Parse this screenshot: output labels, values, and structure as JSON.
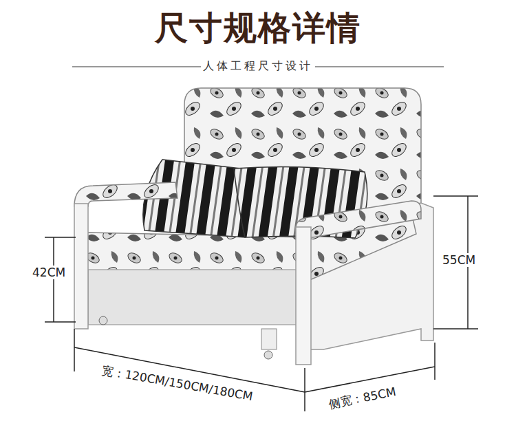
{
  "diagram": {
    "title": "尺寸规格详情",
    "labels": [
      "人体工程尺寸设计",
      "42CM",
      "55CM",
      "宽：120CM/150CM/180CM",
      "侧宽：85CM"
    ]
  }
}
